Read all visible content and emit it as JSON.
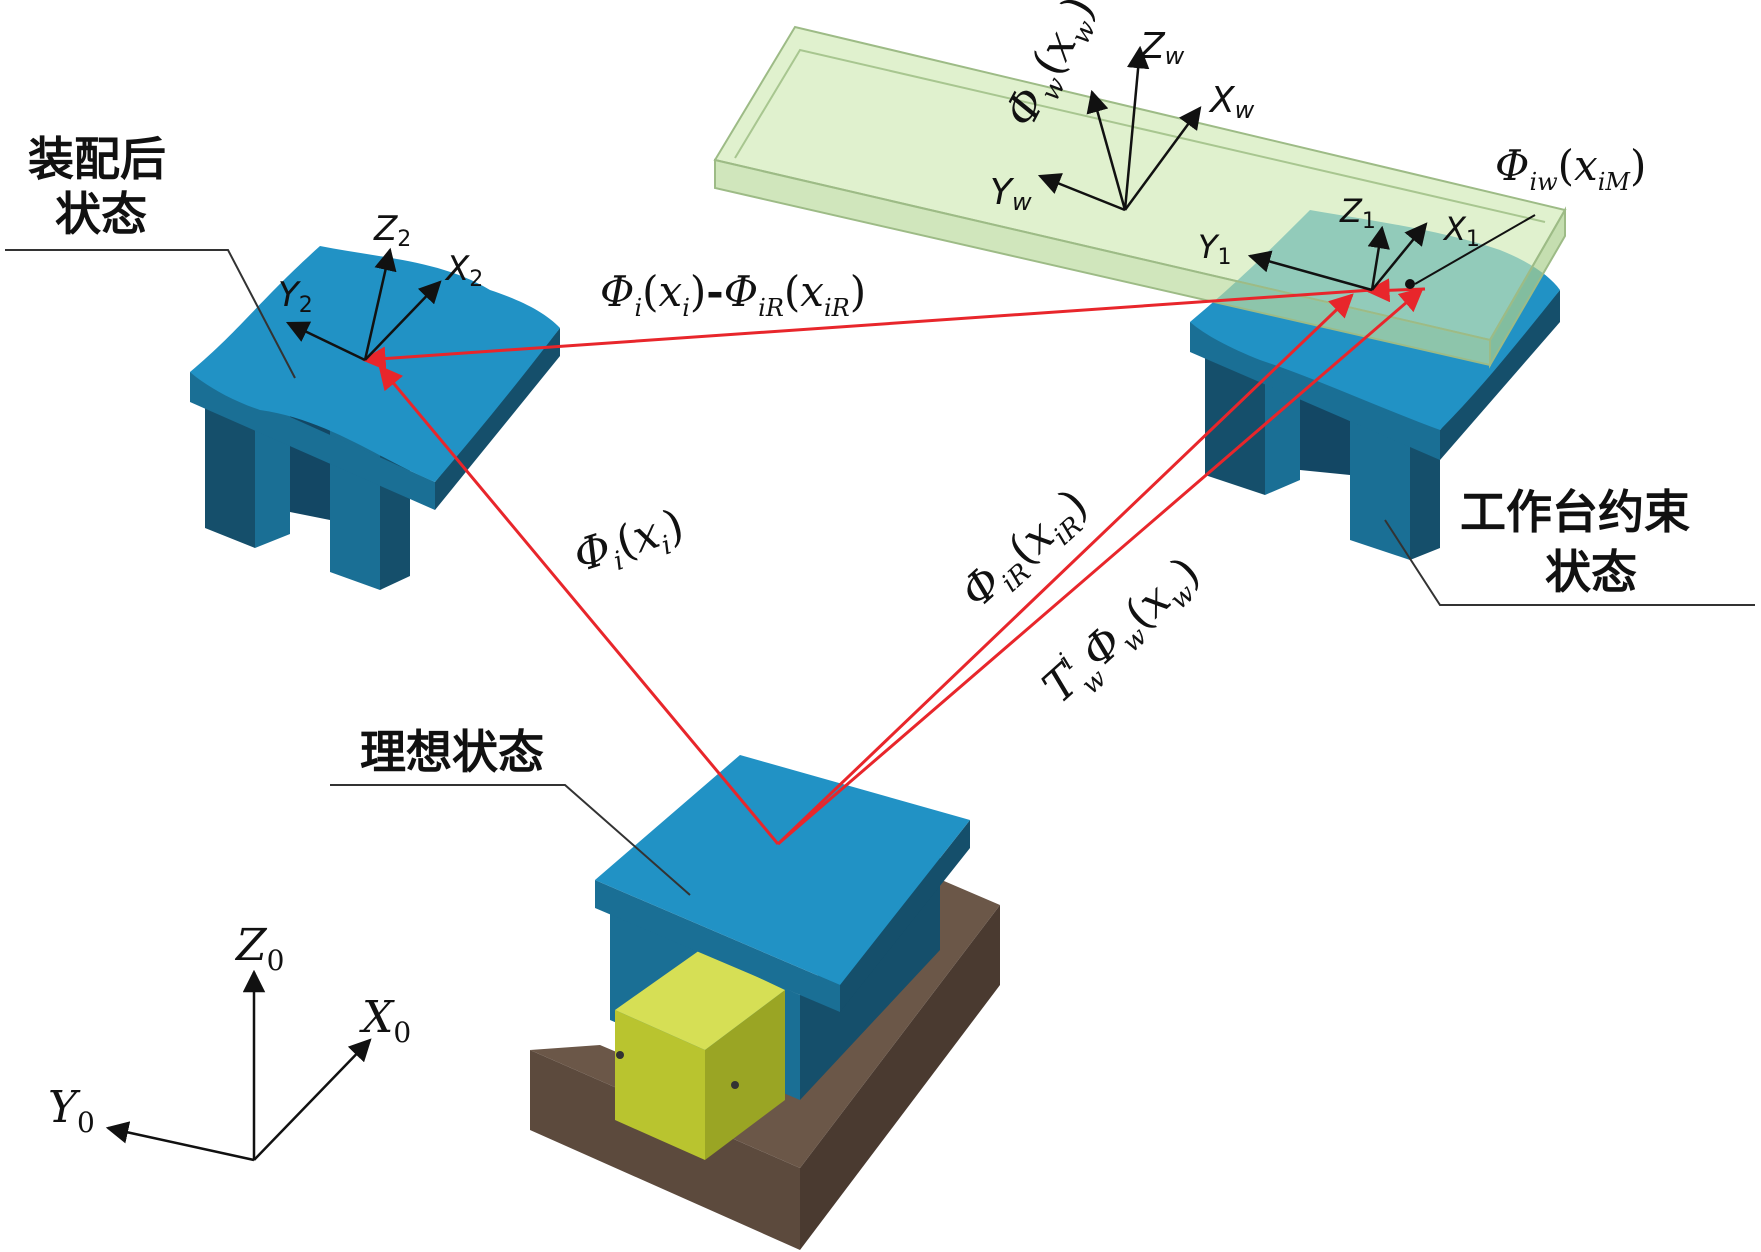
{
  "labels": {
    "assembled_l1": "装配后",
    "assembled_l2": "状态",
    "constraint_l1": "工作台约束",
    "constraint_l2": "状态",
    "ideal": "理想状态"
  },
  "frames": {
    "f0": {
      "x": "X",
      "y": "Y",
      "z": "Z",
      "sub": "0"
    },
    "f1": {
      "x": "X",
      "y": "Y",
      "z": "Z",
      "sub": "1"
    },
    "f2": {
      "x": "X",
      "y": "Y",
      "z": "Z",
      "sub": "2"
    },
    "fw": {
      "x": "X",
      "y": "Y",
      "z": "Z",
      "sub": "w"
    }
  },
  "math": {
    "phi": "Φ",
    "T": "T",
    "lp": "(",
    "rp": ")",
    "dash": "-",
    "x": "x",
    "i": "i",
    "w": "w",
    "iR": "iR",
    "iw": "iw",
    "iM": "iM"
  },
  "colors": {
    "vector": "#e8262b",
    "block_top": "#1f8fc0",
    "block_side": "#1a6f95",
    "block_dark": "#154f6b",
    "base": "#6b5748",
    "motor": "#c9d23a",
    "table": "#cfe9b3"
  }
}
